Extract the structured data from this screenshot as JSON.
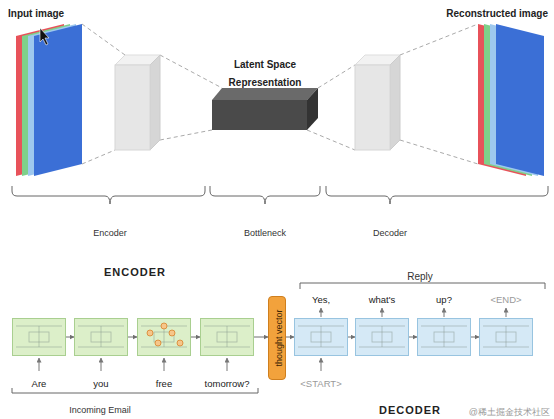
{
  "diagram": {
    "nodes": [
      {
        "text": [
          "Are"
        ]
      },
      {
        "text": [
          "you"
        ]
      },
      {
        "text": [
          "free"
        ]
      },
      {
        "text": [
          "tomorrow?"
        ]
      },
      {
        "text": [
          "thought vector"
        ]
      },
      {
        "text": [
          "<START>",
          "Yes,"
        ]
      },
      {
        "text": [
          "what's"
        ]
      },
      {
        "text": [
          "up?"
        ]
      },
      {
        "text": [
          "<END>"
        ]
      }
    ],
    "edges": [
      {
        "from": 0,
        "to": 1,
        "arrow": "to"
      },
      {
        "from": 1,
        "to": 2,
        "arrow": "to"
      },
      {
        "from": 2,
        "to": 3,
        "arrow": "to"
      },
      {
        "from": 3,
        "to": 4,
        "arrow": "to"
      },
      {
        "from": 4,
        "to": 5,
        "arrow": "to"
      },
      {
        "from": 5,
        "to": 6,
        "arrow": "to"
      },
      {
        "from": 6,
        "to": 7,
        "arrow": "to"
      },
      {
        "from": 7,
        "to": 8,
        "arrow": "to"
      }
    ],
    "labels": [
      "Input image",
      "Latent Space Representation",
      "Reconstructed image",
      "Encoder",
      "Bottleneck",
      "Decoder",
      "ENCODER",
      "Reply",
      "Incoming Email",
      "DECODER",
      "@稀土掘金技术社区"
    ]
  }
}
